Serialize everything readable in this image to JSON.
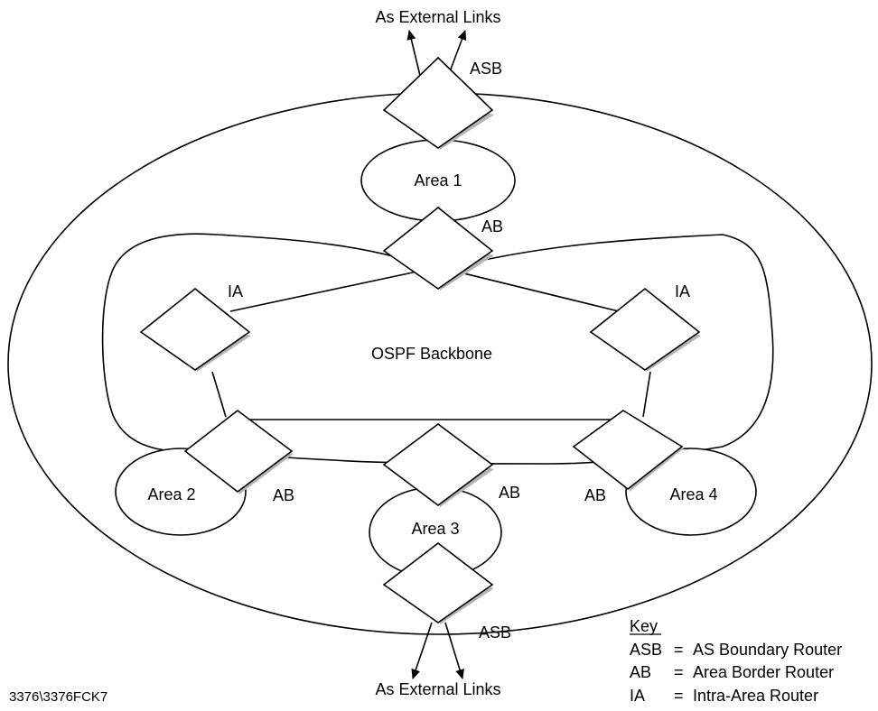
{
  "diagram": {
    "top_external_label": "As External Links",
    "bottom_external_label": "As External Links",
    "backbone_label": "OSPF Backbone",
    "areas": {
      "area1": "Area 1",
      "area2": "Area 2",
      "area3": "Area 3",
      "area4": "Area 4"
    },
    "router_labels": {
      "asb_top": "ASB",
      "asb_bottom": "ASB",
      "ab_top": "AB",
      "ab_left": "AB",
      "ab_center": "AB",
      "ab_right": "AB",
      "ia_left": "IA",
      "ia_right": "IA"
    },
    "figure_id": "3376\\3376FCK7",
    "colors": {
      "shadow": "#b5b5b5",
      "stroke": "#000000",
      "fill": "#ffffff"
    }
  },
  "key": {
    "title": "Key",
    "entries": [
      {
        "abbr": "ASB",
        "eq": "=",
        "meaning": "AS Boundary Router"
      },
      {
        "abbr": "AB",
        "eq": "=",
        "meaning": "Area Border Router"
      },
      {
        "abbr": "IA",
        "eq": "=",
        "meaning": "Intra-Area Router"
      }
    ]
  }
}
